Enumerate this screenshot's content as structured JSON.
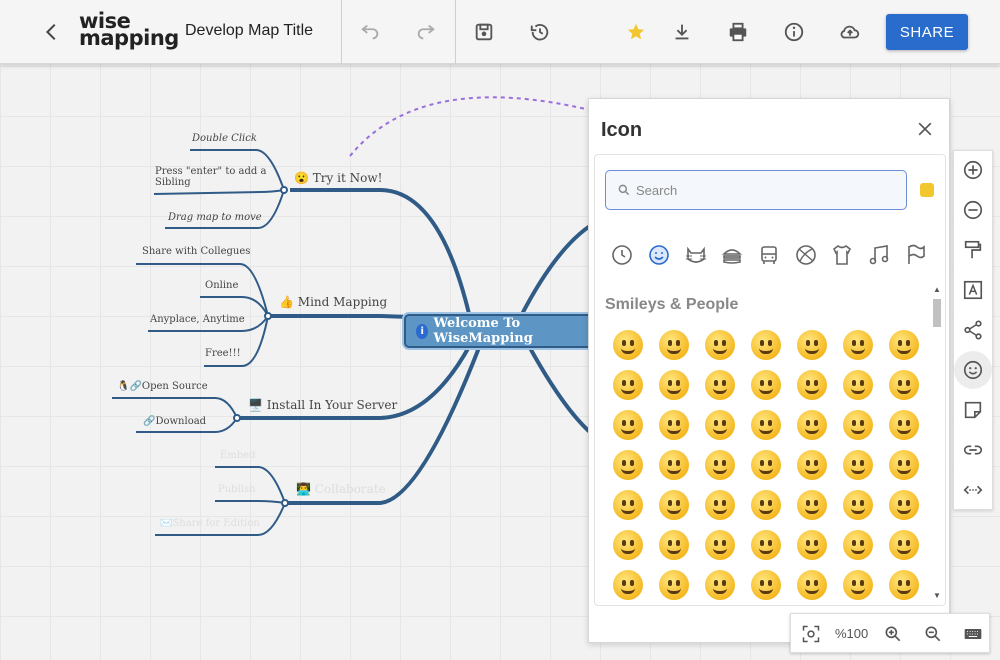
{
  "header": {
    "logo_line1": "wise",
    "logo_line2": "mapping",
    "map_title": "Develop Map Title",
    "share_label": "SHARE"
  },
  "mindmap": {
    "central": "Welcome To WiseMapping",
    "branches": [
      {
        "label": "Try it Now!",
        "icon": "astonished-face",
        "children": [
          "Double Click",
          "Press \"enter\" to add a",
          "Sibling",
          "Drag map to move"
        ]
      },
      {
        "label": "Mind Mapping",
        "icon": "thumbs-up",
        "children": [
          "Share with Collegues",
          "Online",
          "Anyplace, Anytime",
          "Free!!!"
        ]
      },
      {
        "label": "Install In Your Server",
        "icon": "computer",
        "children": [
          "Open Source",
          "Download"
        ]
      },
      {
        "label": "Collaborate",
        "icon": "person",
        "children": [
          "Embed",
          "Publish",
          "Share for Edition"
        ]
      }
    ]
  },
  "icon_panel": {
    "title": "Icon",
    "search_placeholder": "Search",
    "section_title": "Smileys & People",
    "tone_color": "#f2c62d",
    "categories": [
      "recent-icon",
      "smileys-icon",
      "animals-icon",
      "food-icon",
      "travel-icon",
      "activities-icon",
      "objects-icon",
      "symbols-icon",
      "flags-icon"
    ],
    "active_category": "smileys-icon",
    "emoji_rows": 7,
    "emoji_cols": 7
  },
  "zoom": {
    "level": "%100"
  },
  "colors": {
    "accent": "#2a6ccc",
    "branch": "#2f5b86",
    "central_fill": "#5d95c4",
    "star": "#f2c62d"
  }
}
